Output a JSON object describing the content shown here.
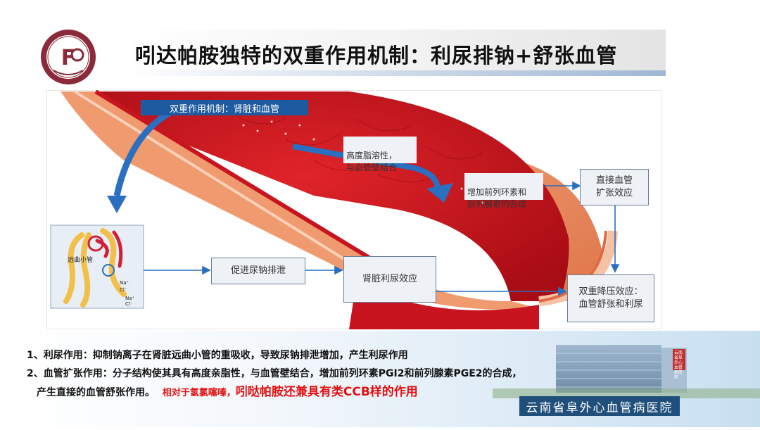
{
  "header": {
    "title": "吲达帕胺独特的双重作用机制：利尿排钠+舒张血管"
  },
  "diagram": {
    "banner": "双重作用机制：肾脏和血管",
    "lipid_label": "高度脂溶性，\n与血管壁结合",
    "prostaglandin_label": "增加前列环素和\n前列腺素的合成",
    "direct_dilation_box": "直接血管\n扩张效应",
    "sodium_excretion_box": "促进尿钠排泄",
    "renal_diuretic_box": "肾脏利尿效应",
    "dual_effect_box": "双重降压效应：\n血管舒张和利尿",
    "nephron_label": "远曲小管",
    "nephron_small_labels": [
      "Na⁺",
      "Cl⁻",
      "Na⁺",
      "Cl⁻"
    ]
  },
  "notes": {
    "line1": "1、利尿作用：抑制钠离子在肾脏远曲小管的重吸收，导致尿钠排泄增加，产生利尿作用",
    "line2": "2、血管扩张作用：分子结构使其具有高度亲脂性，与血管壁结合，增加前列环素PGI2和前列腺素PGE2的合成，",
    "line3_prefix": "产生直接的血管舒张作用。",
    "line3_small_red": "相对于氢氯噻嗪，",
    "line3_big_red": "吲哒帕胺还兼具有类CCB样的作用"
  },
  "footer": {
    "hospital_name": "云南省阜外心血管病医院",
    "building_sign": "云南省阜外心血管病医院"
  },
  "colors": {
    "banner_blue": "#1e5aa0",
    "arrow_blue": "#2a6fc0",
    "vessel_red": "#c8141e",
    "highlight_red": "#e01010",
    "hospital_bar": "#1f4f7a"
  }
}
